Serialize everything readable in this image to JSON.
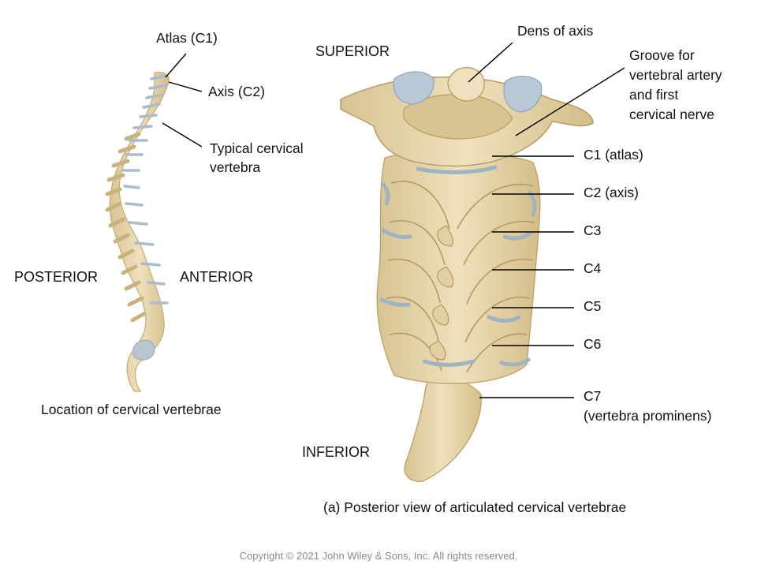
{
  "left_figure": {
    "labels": {
      "atlas": "Atlas (C1)",
      "axis": "Axis (C2)",
      "typical_1": "Typical cervical",
      "typical_2": "vertebra"
    },
    "orientation": {
      "posterior": "POSTERIOR",
      "anterior": "ANTERIOR"
    },
    "caption": "Location of cervical vertebrae"
  },
  "right_figure": {
    "orientation": {
      "superior": "SUPERIOR",
      "inferior": "INFERIOR"
    },
    "labels": {
      "dens": "Dens of axis",
      "groove_1": "Groove for",
      "groove_2": "vertebral artery",
      "groove_3": "and first",
      "groove_4": "cervical nerve",
      "c1": "C1 (atlas)",
      "c2": "C2 (axis)",
      "c3": "C3",
      "c4": "C4",
      "c5": "C5",
      "c6": "C6",
      "c7_1": "C7",
      "c7_2": "(vertebra prominens)"
    },
    "caption": "(a) Posterior view of articulated cervical vertebrae"
  },
  "colors": {
    "bone": "#ead9b0",
    "bone_shadow": "#c9b27e",
    "disc": "#aebfcc",
    "leader": "#000000"
  },
  "copyright": "Copyright © 2021 John Wiley & Sons, Inc. All rights reserved."
}
